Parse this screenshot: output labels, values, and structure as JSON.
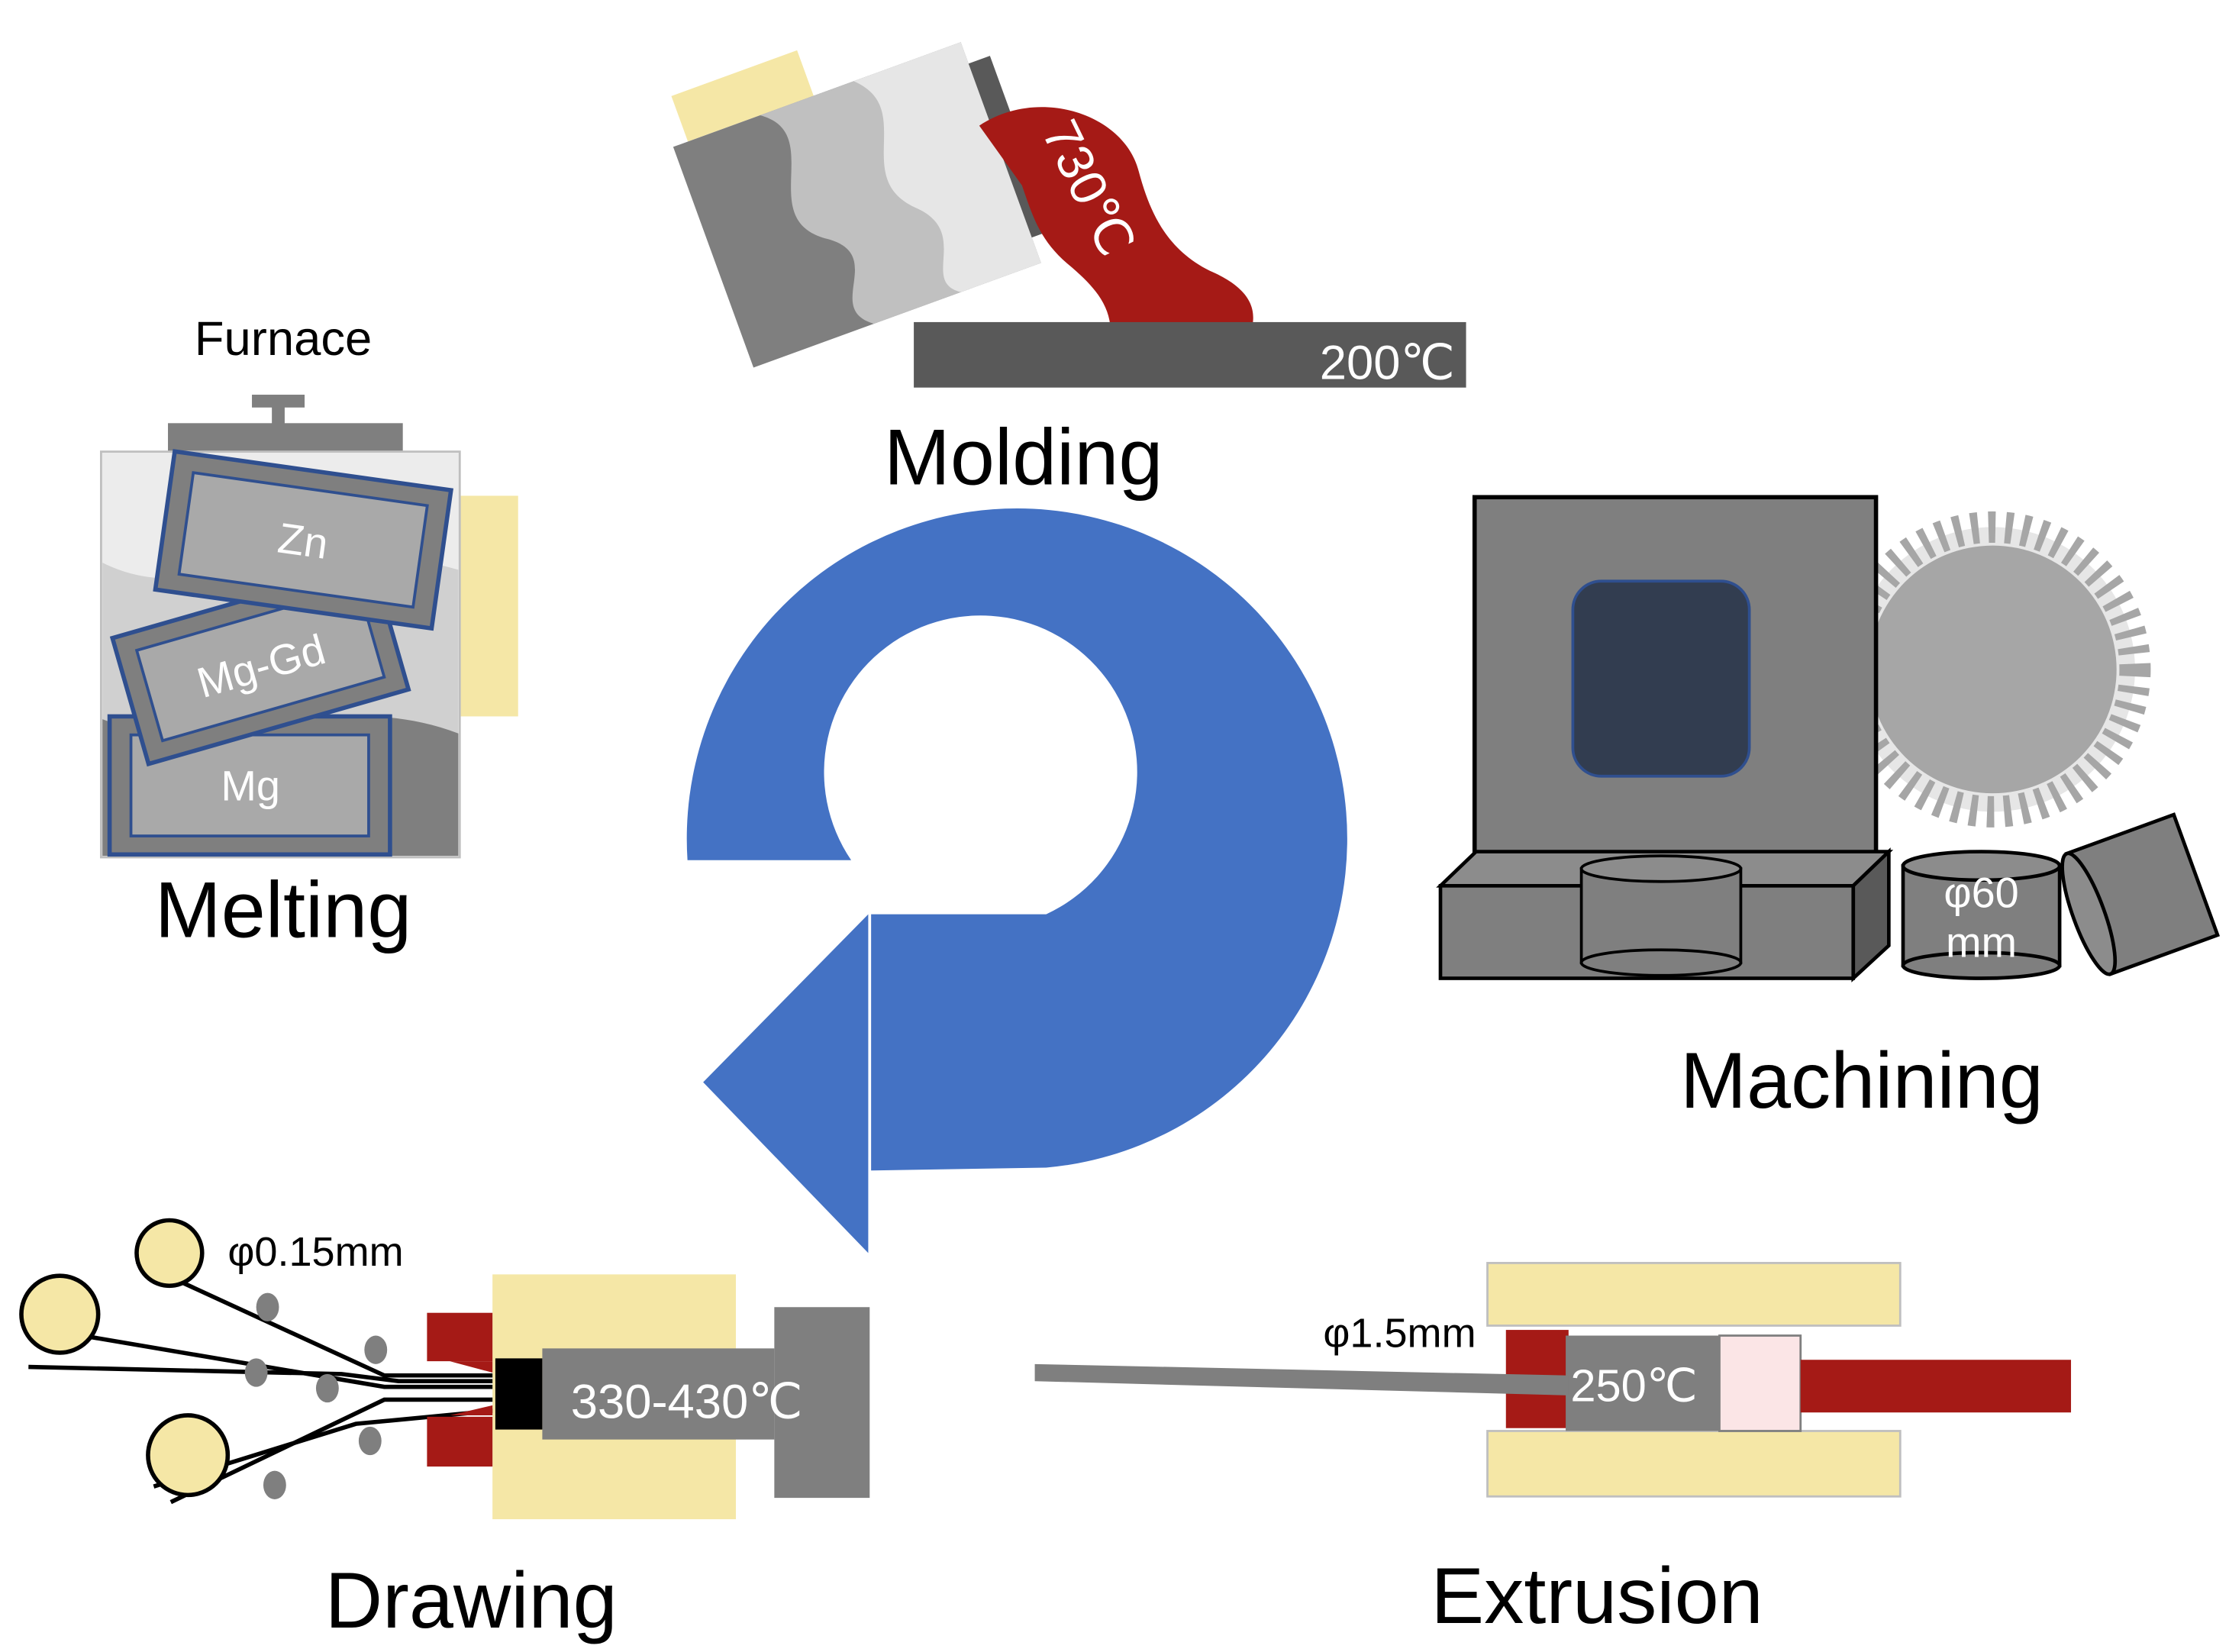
{
  "colors": {
    "cycle_arrow": "#4472C4",
    "crucible_yellow": "#F5E7A6",
    "molten_red": "#A51A16",
    "steel_gray": "#7F7F7F",
    "dark_gray": "#595959",
    "ingot_outline": "#2F4F8F",
    "window_navy": "#323D50",
    "billet_pink": "#FBE5E6"
  },
  "cycle_arrow": {
    "icon": "counterclockwise-cycle-arrow"
  },
  "melting": {
    "furnace_label": "Furnace",
    "ingots": [
      "Zn",
      "Mg-Gd",
      "Mg"
    ],
    "stage_label": "Melting"
  },
  "molding": {
    "pour_temperature": "730℃",
    "mold_temperature": "200℃",
    "stage_label": "Molding"
  },
  "machining": {
    "billet_diameter_line1": "φ60",
    "billet_diameter_line2": "mm",
    "stage_label": "Machining"
  },
  "extrusion": {
    "wire_diameter": "φ1.5mm",
    "temperature": "250℃",
    "stage_label": "Extrusion"
  },
  "drawing": {
    "wire_diameter": "φ0.15mm",
    "temperature": "330-430℃",
    "stage_label": "Drawing"
  }
}
